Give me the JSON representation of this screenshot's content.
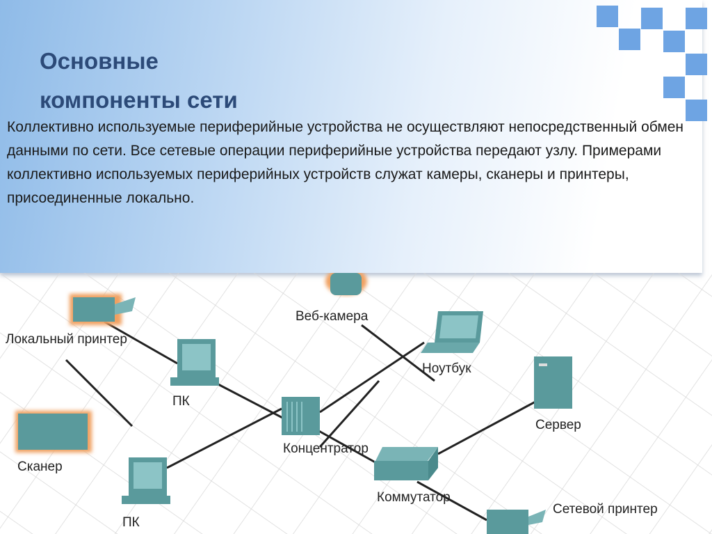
{
  "slide": {
    "title_line1": "Основные",
    "title_line2": "компоненты сети",
    "body": "Коллективно используемые периферийные устройства не осуществляют непосредственный обмен данными по сети. Все сетевые операции периферийные устройства передают узлу. Примерами коллективно используемых периферийных устройств служат камеры, сканеры и принтеры, присоединенные локально."
  },
  "diagram": {
    "labels": {
      "local_printer": "Локальный принтер",
      "webcam": "Веб-камера",
      "laptop": "Ноутбук",
      "pc1": "ПК",
      "pc2": "ПК",
      "server": "Сервер",
      "scanner": "Сканер",
      "hub": "Концентратор",
      "switch": "Коммутатор",
      "network_printer": "Сетевой принтер"
    }
  },
  "colors": {
    "accent": "#6ea4e3",
    "device": "#5a9a9c",
    "title": "#2c4a78"
  }
}
